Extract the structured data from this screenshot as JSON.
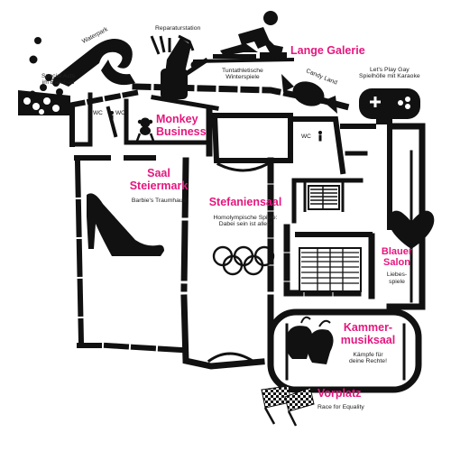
{
  "colors": {
    "accent": "#e5177e",
    "ink": "#111111",
    "background": "#ffffff"
  },
  "areas": {
    "waterpark": {
      "label": "Waterpark",
      "icon": "wave-icon"
    },
    "reparaturstation": {
      "label": "Reparaturstation",
      "icon": "tools-icon"
    },
    "lange_galerie": {
      "title": "Lange Galerie",
      "icon": "curling-player-icon"
    },
    "wintersport": {
      "label_line1": "Tuntathletische",
      "label_line2": "Winterspiele"
    },
    "candy_land": {
      "label": "Candy Land",
      "icon": "candy-icon"
    },
    "letsplay": {
      "label_line1": "Let's Play Gay",
      "label_line2": "Spielhölle mit Karaoke",
      "icon": "gamepad-icon"
    },
    "ballebad": {
      "label_line1": "Special Acts",
      "label_line2": "im Bällebad",
      "icon": "ball-pit-icon"
    },
    "monkey_business": {
      "title_line1": "Monkey",
      "title_line2": "Business",
      "icon": "monkey-icon"
    },
    "saal_steiermark": {
      "title_line1": "Saal",
      "title_line2": "Steiermark",
      "sub": "Barbie's Traumhaus",
      "icon": "high-heel-icon"
    },
    "stefaniensaal": {
      "title": "Stefaniensaal",
      "sub_line1": "Homolympische Spiele:",
      "sub_line2": "Dabei sein ist alles!",
      "icon": "olympic-rings-icon"
    },
    "blauer_salon": {
      "title_line1": "Blauer",
      "title_line2": "Salon",
      "sub_line1": "Liebes-",
      "sub_line2": "spiele",
      "icon": "heart-icon"
    },
    "kammermusiksaal": {
      "title_line1": "Kammer-",
      "title_line2": "musiksaal",
      "sub_line1": "Kämpfe für",
      "sub_line2": "deine Rechte!",
      "icon": "boxing-gloves-icon"
    },
    "vorplatz": {
      "title": "Vorplatz",
      "sub": "Race for Equality",
      "icon": "checkered-flags-icon"
    }
  },
  "wc": {
    "label": "WC"
  }
}
